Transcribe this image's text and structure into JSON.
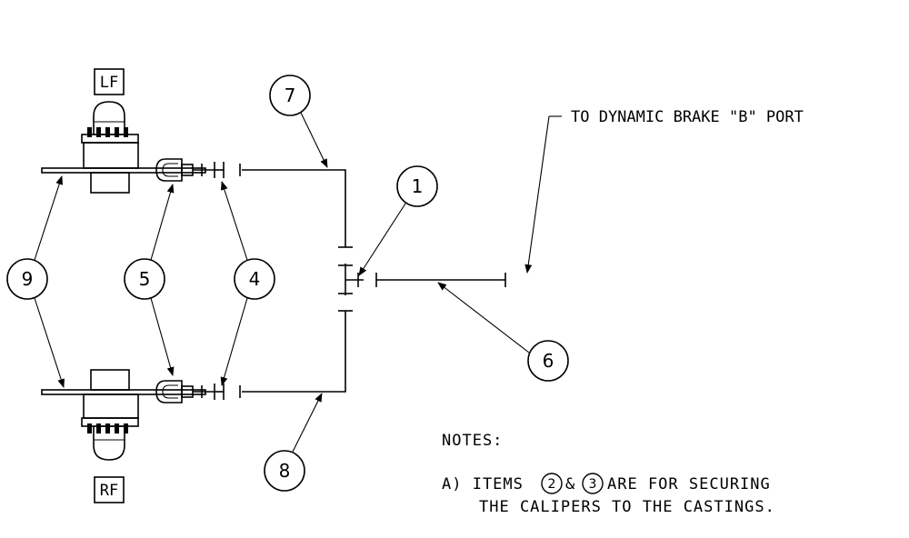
{
  "wheel_labels": {
    "left_front": "LF",
    "right_front": "RF"
  },
  "balloons": {
    "item_1": "1",
    "item_4": "4",
    "item_5": "5",
    "item_6": "6",
    "item_7": "7",
    "item_8": "8",
    "item_9": "9"
  },
  "callout": {
    "destination": "TO DYNAMIC BRAKE \"B\" PORT"
  },
  "notes": {
    "heading": "NOTES:",
    "note_a_prefix": "A) ITEMS",
    "note_a_item_1": "2",
    "note_a_amp": "&",
    "note_a_item_2": "3",
    "note_a_suffix": "ARE FOR SECURING",
    "note_a_line2": "THE CALIPERS TO THE CASTINGS."
  }
}
